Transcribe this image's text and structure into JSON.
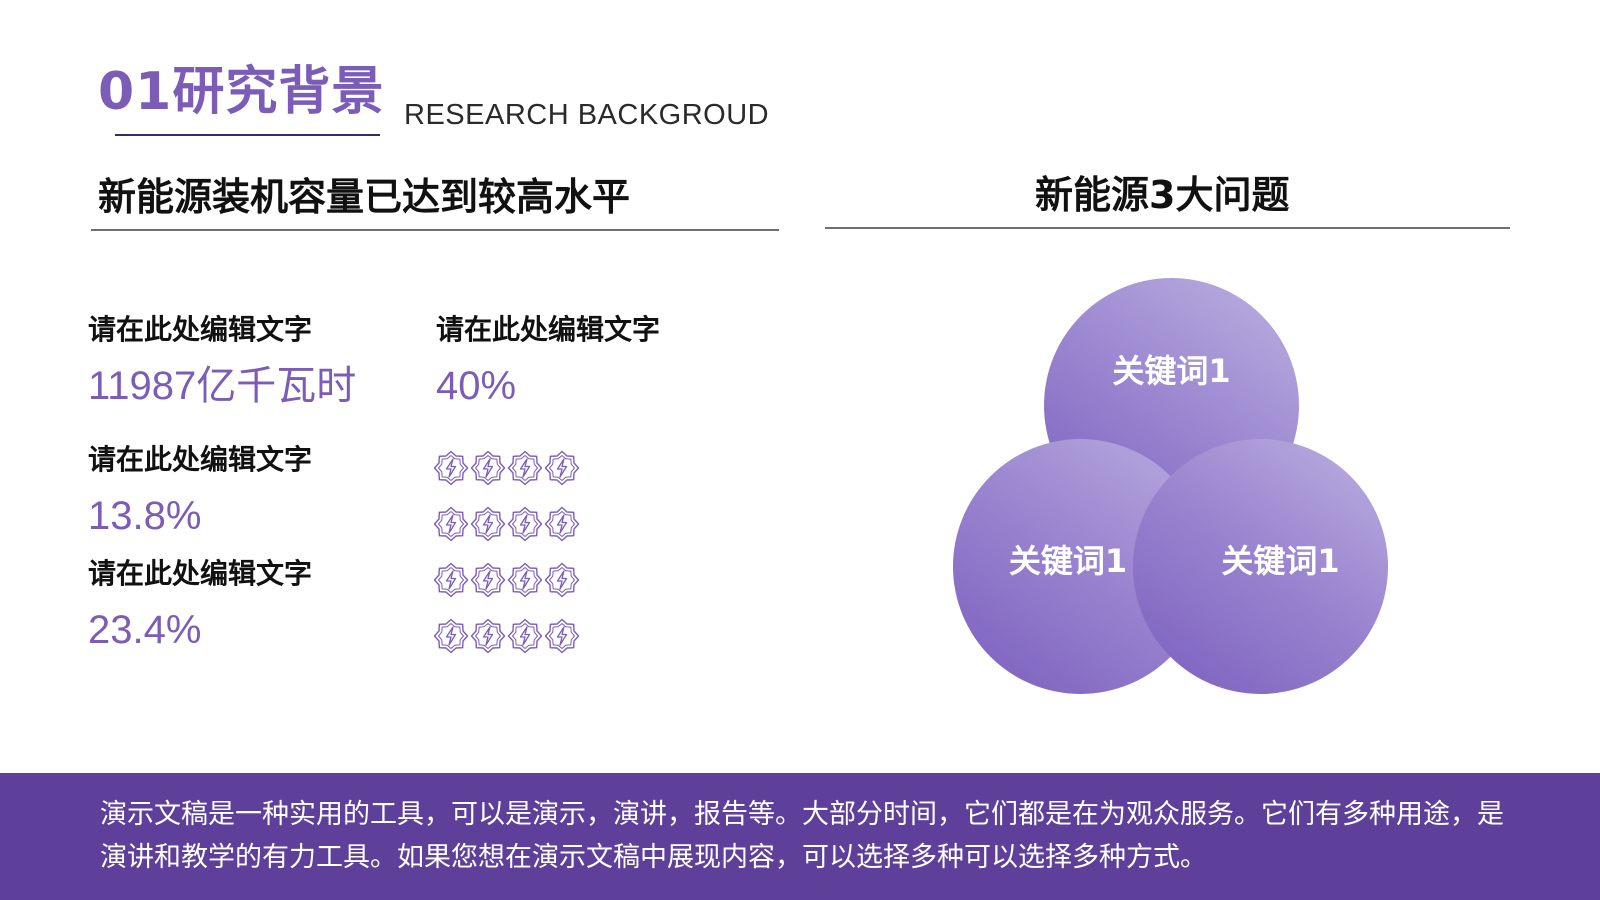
{
  "header": {
    "title": "01研究背景",
    "subtitle": "RESEARCH BACKGROUD"
  },
  "left_panel": {
    "title": "新能源装机容量已达到较高水平",
    "stats": [
      {
        "label": "请在此处编辑文字",
        "value": "11987亿千瓦时"
      },
      {
        "label": "请在此处编辑文字",
        "value": "40%"
      },
      {
        "label": "请在此处编辑文字",
        "value": "13.8%"
      },
      {
        "label": "请在此处编辑文字",
        "value": "23.4%"
      }
    ],
    "icon_rows": {
      "rows": 4,
      "per_row": 4,
      "icon": "lightning-badge-icon",
      "color": "#7B5DB8"
    }
  },
  "right_panel": {
    "title": "新能源3大问题",
    "circles": [
      {
        "label": "关键词1"
      },
      {
        "label": "关键词1"
      },
      {
        "label": "关键词1"
      }
    ]
  },
  "footer": {
    "text": "演示文稿是一种实用的工具，可以是演示，演讲，报告等。大部分时间，它们都是在为观众服务。它们有多种用途，是演讲和教学的有力工具。如果您想在演示文稿中展现内容，可以选择多种可以选择多种方式。"
  },
  "colors": {
    "accent": "#7B5DB8",
    "footer_bg": "#5E3F99",
    "circle_light": "#BDB1E0",
    "circle_dark": "#7A5EBD"
  }
}
